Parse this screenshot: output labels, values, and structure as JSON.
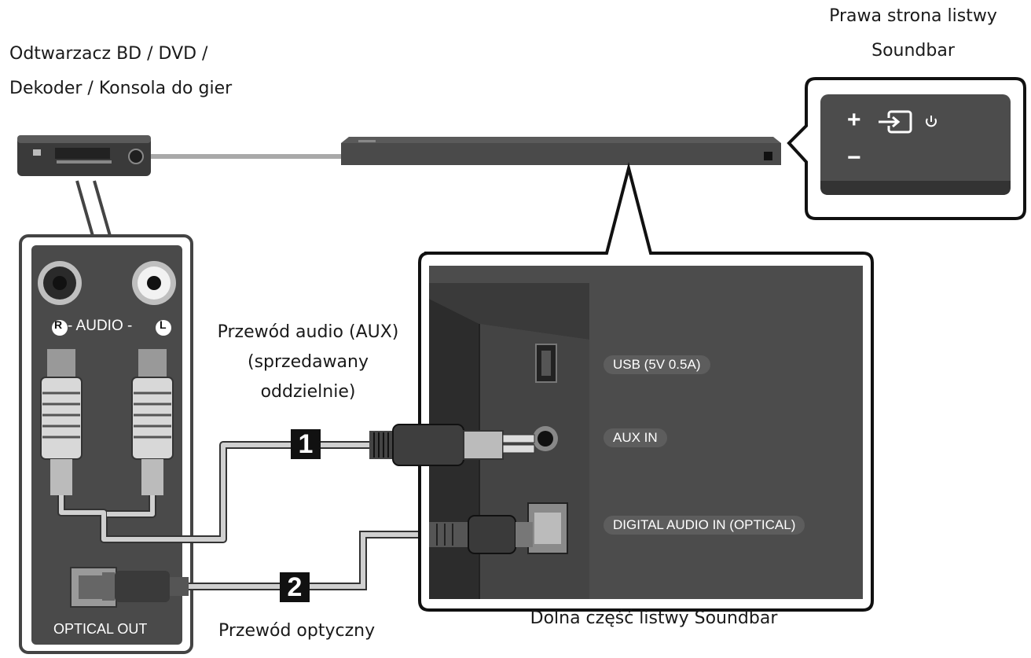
{
  "labels": {
    "player_line1": "Odtwarzacz BD / DVD /",
    "player_line2": "Dekoder / Konsola do gier",
    "right_side_line1": "Prawa strona listwy",
    "right_side_line2": "Soundbar",
    "aux_cable_line1": "Przewód audio (AUX)",
    "aux_cable_line2": "(sprzedawany",
    "aux_cable_line3": "oddzielnie)",
    "optical_cable": "Przewód optyczny",
    "bottom_part": "Dolna część listwy Soundbar"
  },
  "player_panel": {
    "audio_left_marker": "R",
    "audio_text": " - AUDIO - ",
    "audio_right_marker": "L",
    "optical_out": "OPTICAL OUT"
  },
  "ports": {
    "usb": "USB (5V 0.5A)",
    "aux_in": "AUX IN",
    "digital_in": "DIGITAL AUDIO IN (OPTICAL)"
  },
  "badges": {
    "aux": "1",
    "optical": "2"
  },
  "soundbar_buttons": {
    "plus": "+",
    "minus": "−",
    "source": "source-icon",
    "power": "power-icon"
  },
  "colors": {
    "cable": "#a9a9a9",
    "panel_bg": "#4a4a4a",
    "port_bg": "#8a8a8a",
    "badge": "#111111"
  }
}
